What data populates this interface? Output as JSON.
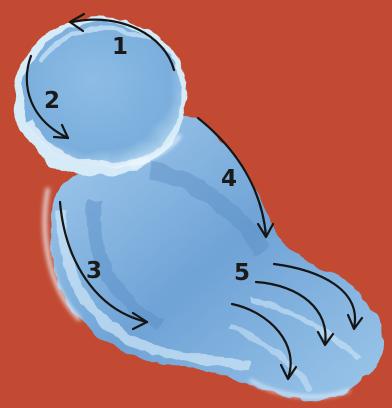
{
  "colors": {
    "background": "#c24a32",
    "paint_light": "#9ec8ea",
    "paint_mid": "#7aaedc",
    "paint_dark": "#5b8fc6",
    "highlight": "#e8f3fb",
    "arrow": "#151515"
  },
  "steps": [
    {
      "number": "1",
      "icon": "curved-arrow-icon"
    },
    {
      "number": "2",
      "icon": "curved-arrow-icon"
    },
    {
      "number": "3",
      "icon": "curved-arrow-icon"
    },
    {
      "number": "4",
      "icon": "curved-arrow-icon"
    },
    {
      "number": "5",
      "icon": "curved-arrow-icon"
    }
  ]
}
